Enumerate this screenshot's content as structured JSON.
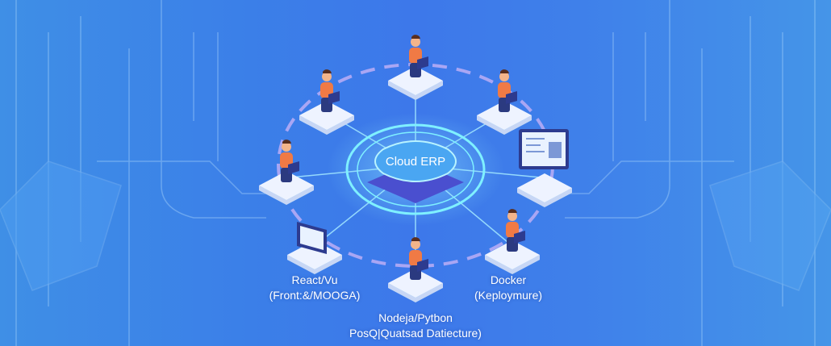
{
  "center": {
    "label": "Cloud ERP"
  },
  "labels": {
    "frontend": {
      "line1": "React/Vu",
      "line2": "(Front:&/MOOGA)"
    },
    "deployment": {
      "line1": "Docker",
      "line2": "(Keploymure)"
    },
    "backend": {
      "line1": "Nodeja/Pytbon",
      "line2": "PosQ|Quatsad Datiecture)"
    }
  },
  "colors": {
    "background": "#3d7fe8",
    "accent": "#6fe3ff",
    "person_shirt": "#f07a45",
    "platform": "#eef3ff"
  }
}
